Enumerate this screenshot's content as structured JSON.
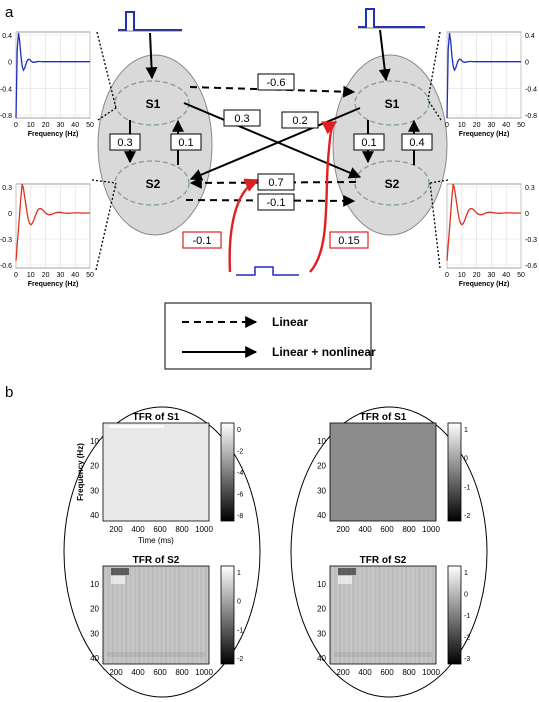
{
  "panel_a_label": "a",
  "panel_b_label": "b",
  "nodes": {
    "top": "S1",
    "bottom": "S2"
  },
  "weights": {
    "s1_s1_dashed": "-0.6",
    "s1l_s2r": "0.3",
    "s1r_s2l": "0.2",
    "left_s1_s2": "0.3",
    "left_s2_s1": "0.1",
    "right_s1_s2": "0.1",
    "right_s2_s1": "0.4",
    "s2r_s2l_dashed": "0.7",
    "s2l_s2r_dashed": "-0.1",
    "input_left": "-0.1",
    "input_right": "0.15"
  },
  "legend": {
    "linear": "Linear",
    "linear_nonlinear": "Linear  +  nonlinear"
  },
  "colors": {
    "s1_trace": "#1f2fb8",
    "s2_trace": "#e03020",
    "input_arrow": "#e02020",
    "ellipse_fill": "#d9d9d9"
  },
  "freq_plots": {
    "xlabel": "Frequency (Hz)",
    "xticks": [
      "0",
      "10",
      "20",
      "30",
      "40",
      "50"
    ],
    "top_left_yticks": [
      "0.4",
      "0",
      "-0.4",
      "-0.8"
    ],
    "top_right_yticks": [
      "0.4",
      "0",
      "-0.4",
      "-0.8"
    ],
    "bottom_left_yticks": [
      "0.3",
      "0",
      "-0.3",
      "-0.6"
    ],
    "bottom_right_yticks": [
      "0.3",
      "0",
      "-0.3",
      "-0.6"
    ]
  },
  "tfr": {
    "title_s1": "TFR of  S1",
    "title_s2": "TFR of  S2",
    "ylabel": "Frequency (Hz)",
    "xlabel": "Time (ms)",
    "xticks": [
      "200",
      "400",
      "600",
      "800",
      "1000"
    ],
    "yticks": [
      "10",
      "20",
      "30",
      "40"
    ],
    "colorbars": {
      "left_top": [
        "0",
        "-2",
        "-4",
        "-6",
        "-8"
      ],
      "right_top": [
        "1",
        "0",
        "-1",
        "-2"
      ],
      "left_bottom": [
        "1",
        "0",
        "-1",
        "-2"
      ],
      "right_bottom": [
        "1",
        "0",
        "-1",
        "-2",
        "-3"
      ]
    }
  }
}
